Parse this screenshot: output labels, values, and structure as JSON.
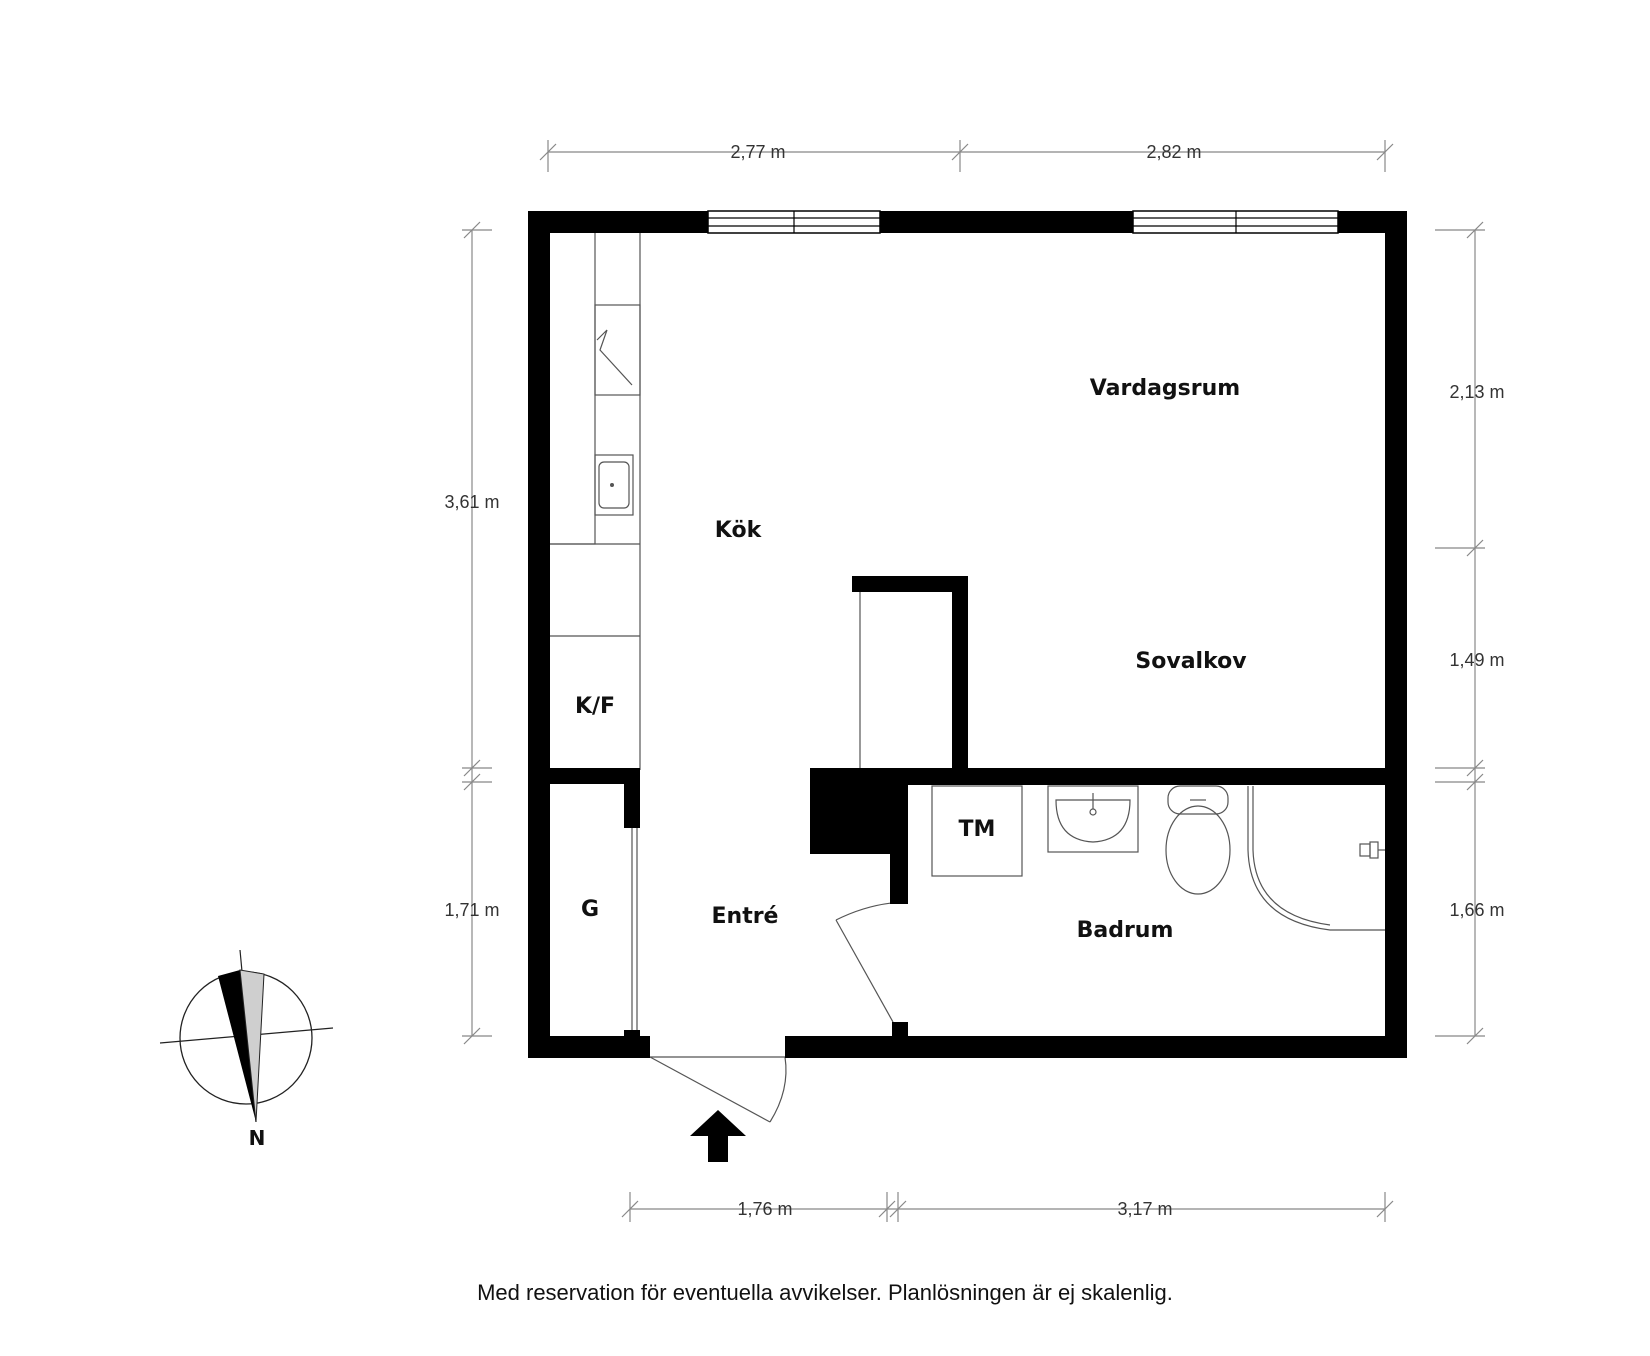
{
  "rooms": {
    "vardagsrum": "Vardagsrum",
    "kok": "Kök",
    "sovalkov": "Sovalkov",
    "kf": "K/F",
    "tm": "TM",
    "g": "G",
    "entre": "Entré",
    "badrum": "Badrum"
  },
  "dimensions": {
    "top_left": "2,77 m",
    "top_right": "2,82 m",
    "left_upper": "3,61 m",
    "left_lower": "1,71 m",
    "right_upper": "2,13 m",
    "right_middle": "1,49 m",
    "right_lower": "1,66 m",
    "bottom_left": "1,76 m",
    "bottom_right": "3,17 m"
  },
  "compass": {
    "north_label": "N"
  },
  "disclaimer": "Med reservation för eventuella avvikelser. Planlösningen är ej skalenlig."
}
